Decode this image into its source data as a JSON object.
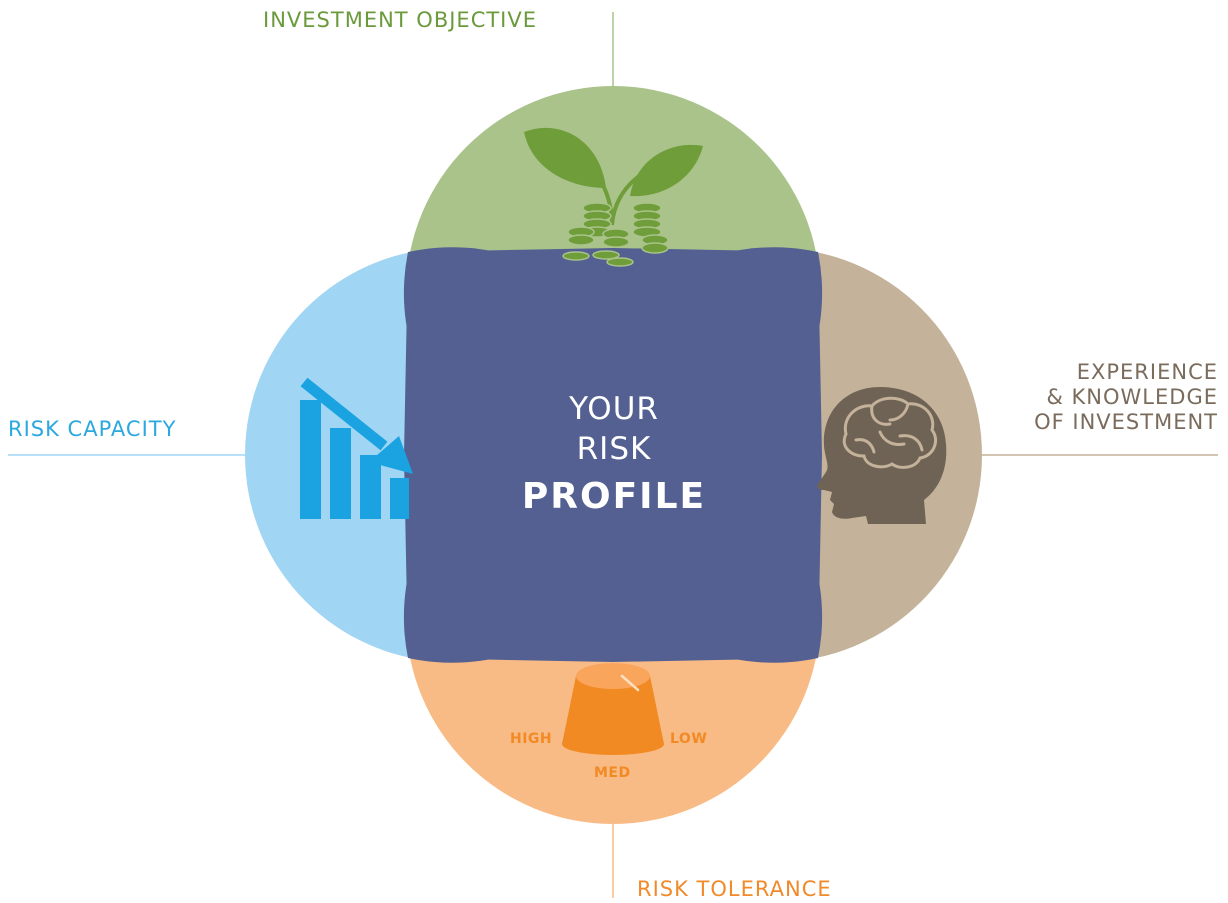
{
  "colors": {
    "green": "#a9c38a",
    "green_text": "#6a9a3c",
    "green_icon": "#6f9d3a",
    "blue": "#a1d5f4",
    "blue_text": "#2ba8df",
    "blue_icon": "#1aa3e0",
    "tan": "#c4b39a",
    "tan_text": "#7a6b5c",
    "brain_icon": "#6f6356",
    "orange": "#f9bb85",
    "orange_text": "#f08a2b",
    "orange_icon": "#f28a24",
    "center": "#536091"
  },
  "labels": {
    "investment_objective": "INVESTMENT OBJECTIVE",
    "risk_capacity": "RISK CAPACITY",
    "risk_tolerance": "RISK TOLERANCE",
    "experience_lines": [
      "EXPERIENCE",
      "& KNOWLEDGE",
      "OF INVESTMENT"
    ]
  },
  "center": {
    "line1": "YOUR",
    "line2": "RISK",
    "line3": "PROFILE"
  },
  "knob": {
    "high": "HIGH",
    "med": "MED",
    "low": "LOW"
  },
  "icons": {
    "top": "plant-coins-icon",
    "left": "declining-bar-chart-icon",
    "right": "brain-head-icon",
    "bottom": "risk-dial-knob-icon"
  }
}
